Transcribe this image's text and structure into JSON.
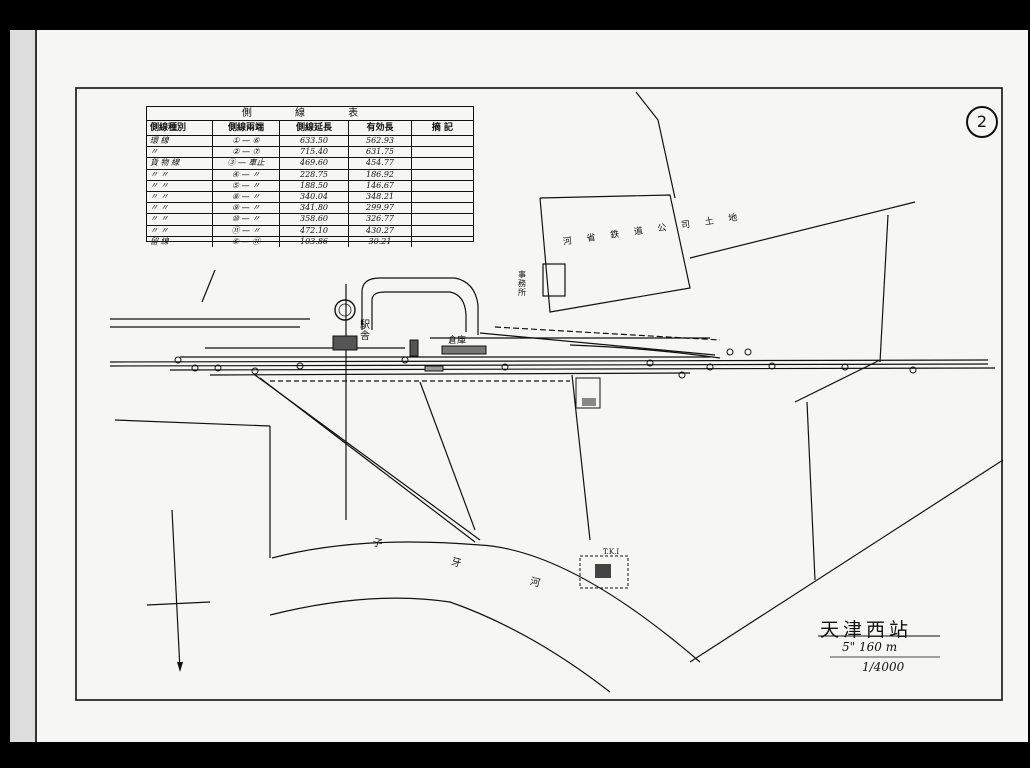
{
  "sheet_number": "2",
  "station_name": "天津西站",
  "scale_line_1": "5\" 160 m",
  "scale_line_2": "1/4000",
  "siding_table": {
    "title": "側 線 表",
    "headers": [
      "側線種別",
      "側線兩端",
      "側線延長",
      "有効長",
      "摘 記"
    ],
    "rows": [
      [
        "環 線",
        "① — ⑥",
        "633.50",
        "562.93",
        ""
      ],
      [
        "〃",
        "② — ⑦",
        "715.40",
        "631.75",
        ""
      ],
      [
        "貨 物 線",
        "③ — 車止",
        "469.60",
        "454.77",
        ""
      ],
      [
        "〃 〃",
        "④ — 〃",
        "228.75",
        "186.92",
        ""
      ],
      [
        "〃 〃",
        "⑤ — 〃",
        "188.50",
        "146.67",
        ""
      ],
      [
        "〃 〃",
        "⑧ — 〃",
        "340.04",
        "348.21",
        ""
      ],
      [
        "〃 〃",
        "⑨ — 〃",
        "341.80",
        "299.97",
        ""
      ],
      [
        "〃 〃",
        "⑩ — 〃",
        "358.60",
        "326.77",
        ""
      ],
      [
        "〃 〃",
        "⑪ — 〃",
        "472.10",
        "430.27",
        ""
      ],
      [
        "留 線",
        "⑥ — ⑪",
        "103.86",
        "30.21",
        ""
      ]
    ]
  },
  "map_labels": {
    "company_land": "河 省 鉄 道 公 司 土 地",
    "station_building": "駅舎",
    "warehouse": "倉庫",
    "river": "子 牙 河",
    "tk": "T.K.I",
    "side_building": "事務所"
  },
  "colors": {
    "background": "#000000",
    "paper": "#f6f6f4",
    "ink": "#111111"
  }
}
